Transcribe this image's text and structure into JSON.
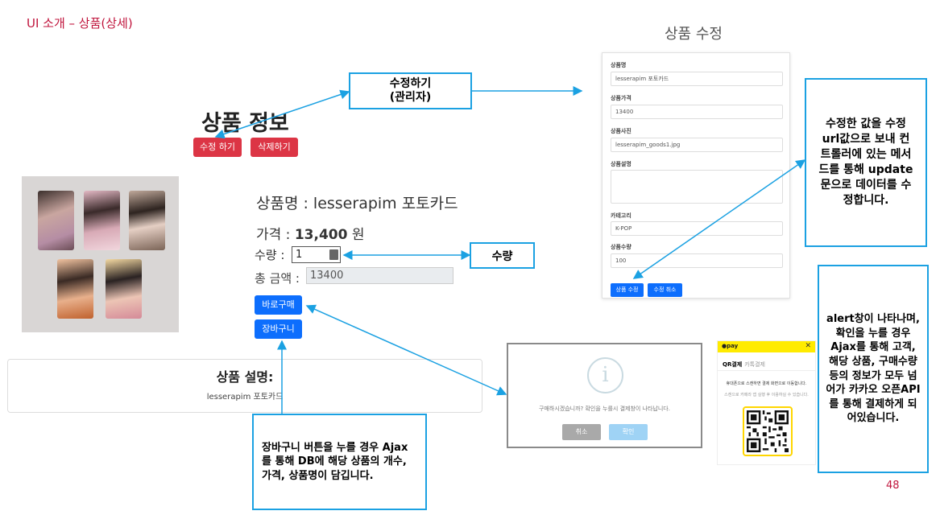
{
  "slide": {
    "title": "UI 소개 – 상품(상세)",
    "page_number": "48"
  },
  "product_info": {
    "heading": "상품 정보",
    "edit_button": "수정 하기",
    "delete_button": "삭제하기",
    "name_line": "상품명 : lesserapim 포토카드",
    "price_label": "가격 : ",
    "price_value": "13,400",
    "price_unit": " 원",
    "qty_label": "수량 :",
    "qty_value": "1",
    "total_label": "총 금액 :",
    "total_value": "13400",
    "buy_button": "바로구매",
    "cart_button": "장바구니",
    "description_title": "상품 설명:",
    "description_text": "lesserapim 포토카드"
  },
  "edit_form": {
    "title": "상품 수정",
    "fields": [
      {
        "label": "상품명",
        "value": "lesserapim 포토카드"
      },
      {
        "label": "상품가격",
        "value": "13400"
      },
      {
        "label": "상품사진",
        "value": "lesserapim_goods1.jpg"
      },
      {
        "label": "상품설명",
        "value": ""
      },
      {
        "label": "카테고리",
        "value": "K-POP"
      },
      {
        "label": "상품수량",
        "value": "100"
      }
    ],
    "submit_button": "상품 수정",
    "cancel_button": "수정 취소"
  },
  "callouts": {
    "edit_admin": "수정하기\n(관리자)",
    "quantity": "수량",
    "update_note": "수정한 값을 수정 url값으로 보내 컨트롤러에 있는 메서드를 통해 update문으로 데이터를 수정합니다.",
    "alert_note": "alert창이 나타나며, 확인을 누를 경우 Ajax를 통해 고객, 해당 상품, 구매수량 등의 정보가 모두 넘어가 카카오 오픈API를 통해 결제하게 되어있습니다.",
    "cart_note": "장바구니 버튼을 누를 경우 Ajax를 통해 DB에 해당 상품의 개수, 가격, 상품명이 담깁니다."
  },
  "dialog": {
    "icon": "info-icon",
    "message": "구매하시겠습니까? 확인을 누를시 결제창이 나타납니다.",
    "cancel_button": "취소",
    "confirm_button": "확인"
  },
  "kakaopay": {
    "logo": "●pay",
    "close": "✕",
    "tab_qr": "QR결제",
    "tab_talk": "카톡결제",
    "message": "휴대폰으로 스캔하면 결제 화면으로 이동합니다.",
    "sub_message": "스캔으로 카메라 앱 실행 후 이용하실 수 있습니다."
  },
  "colors": {
    "accent": "#c0143c",
    "callout_border": "#1ba1e2",
    "primary": "#0d6efd",
    "danger": "#dc3545",
    "kakao": "#ffeb00"
  }
}
